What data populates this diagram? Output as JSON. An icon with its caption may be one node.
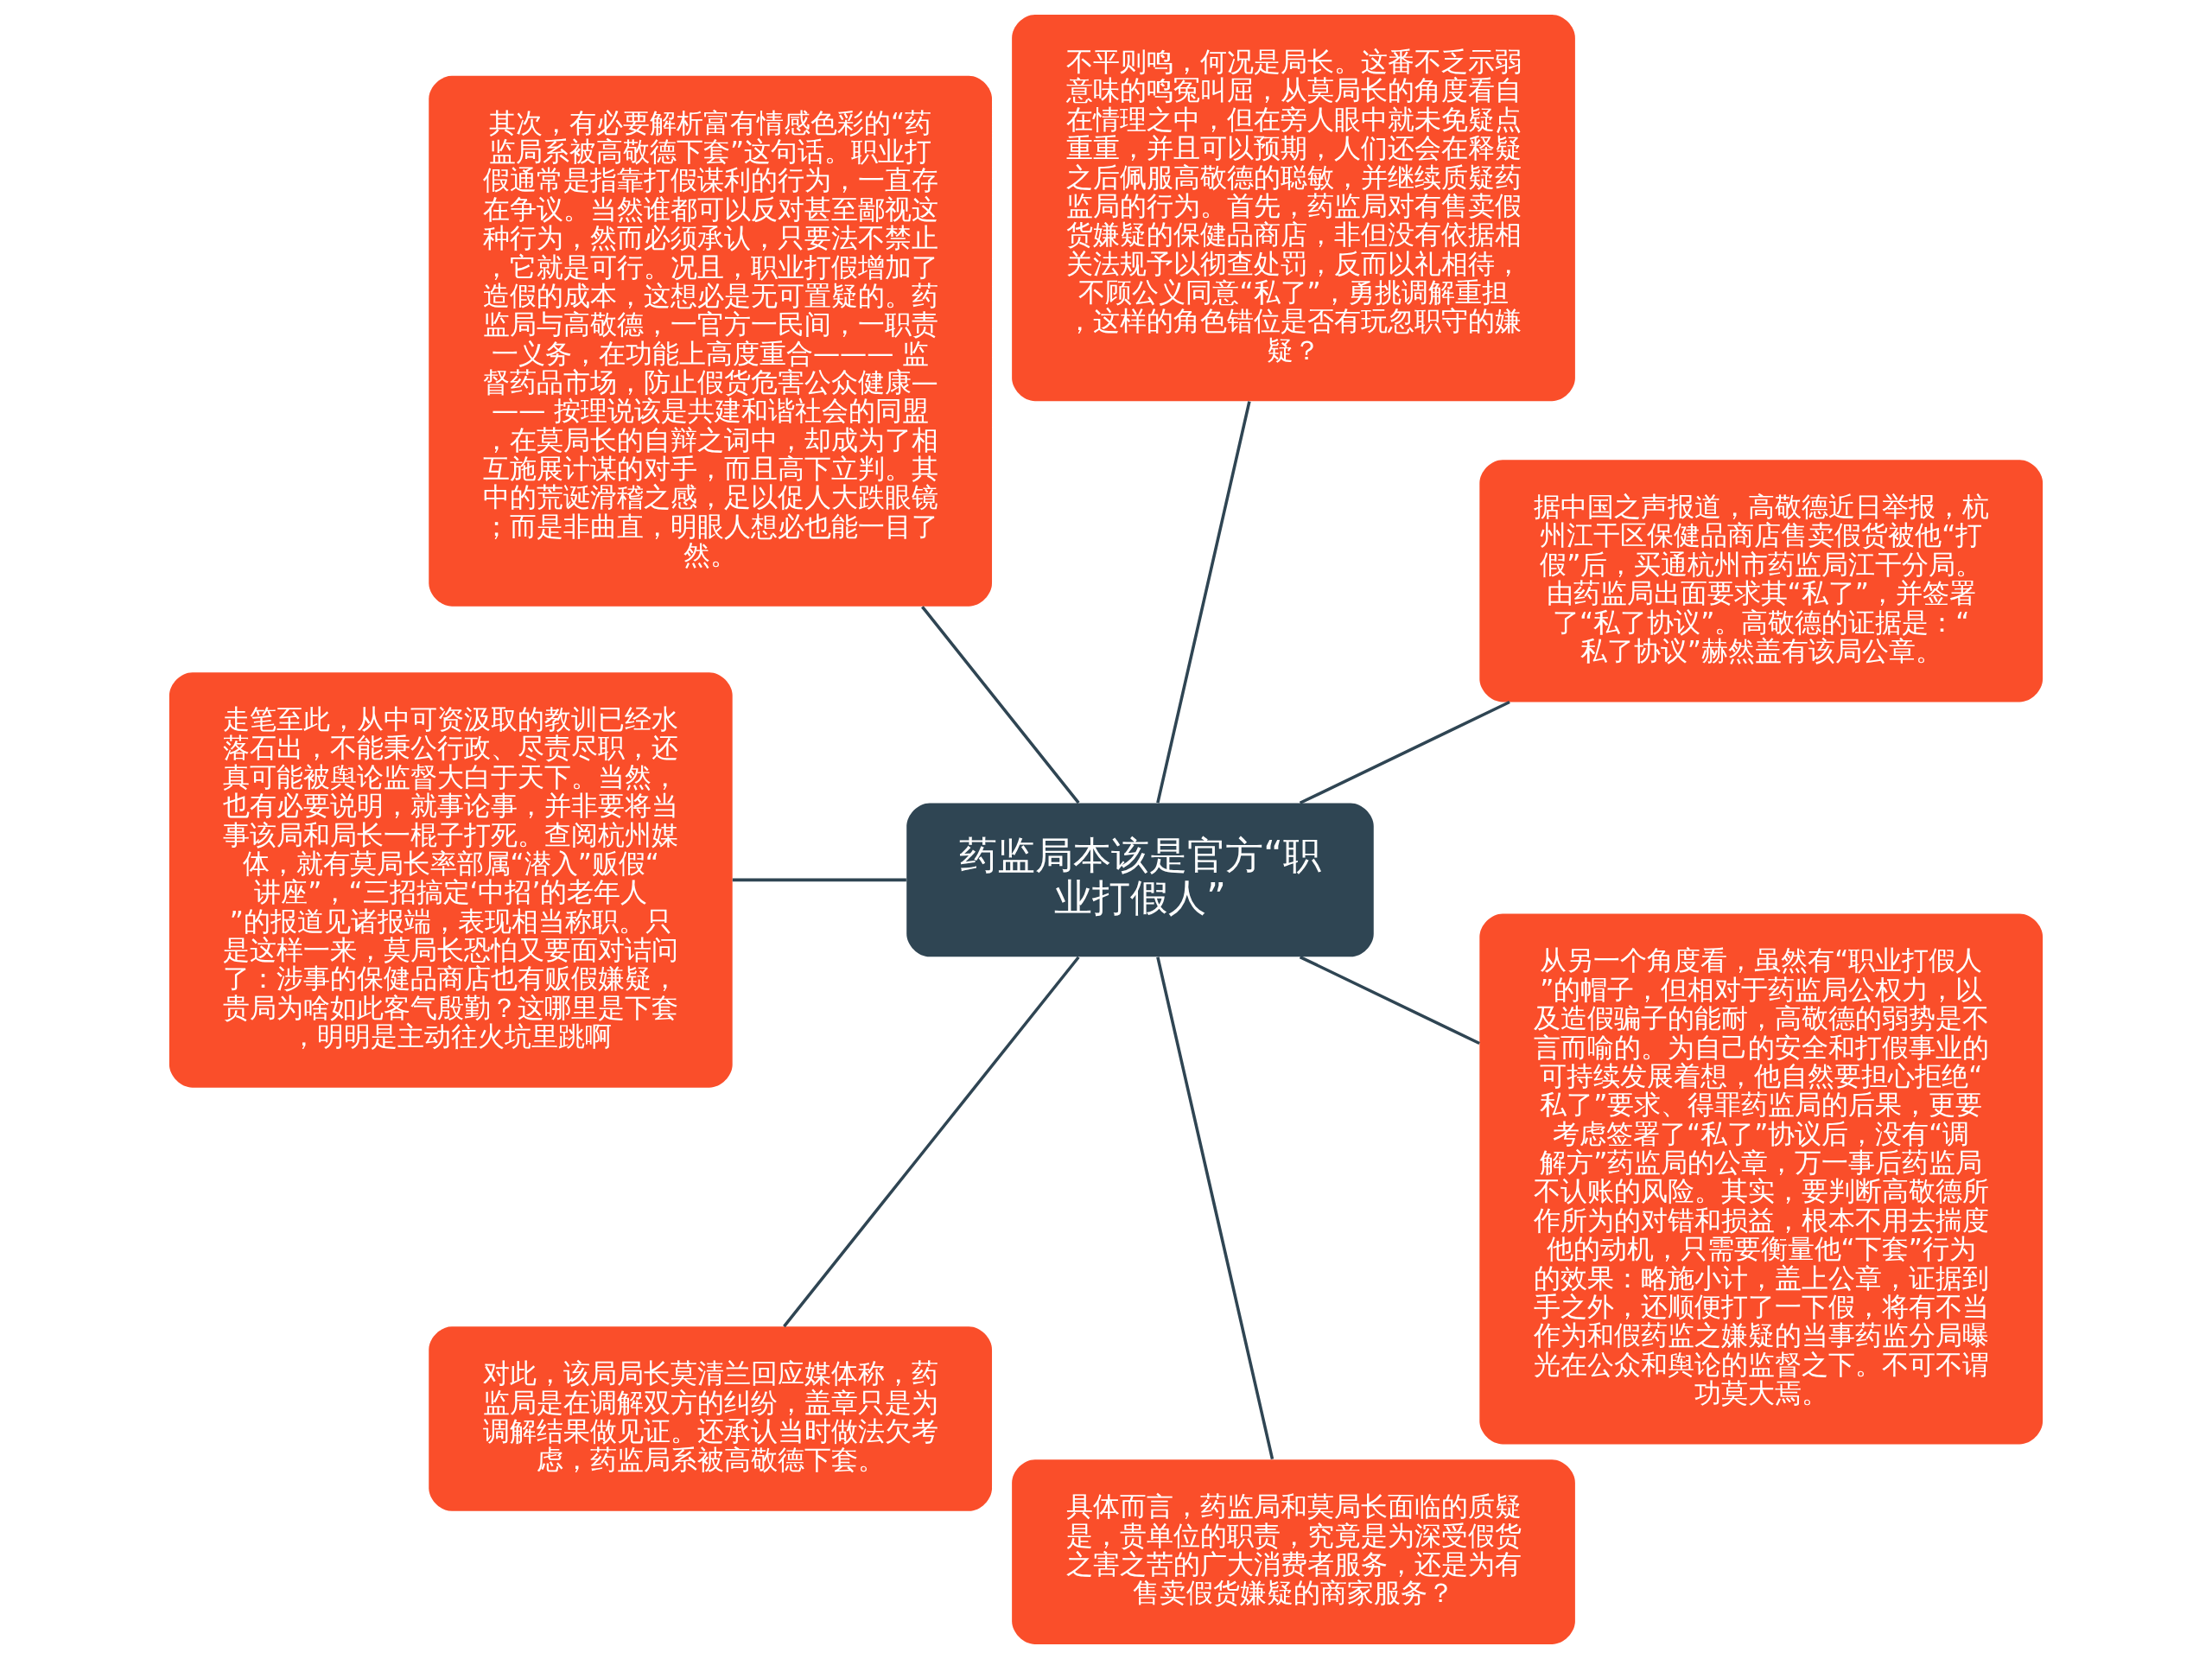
{
  "diagram": {
    "nodes": [
      {
        "text": [
          "药监局本该是官方“职业打假人”"
        ]
      },
      {
        "text": [
          "据中国之声报道，高敬德近日举报，杭州江干区保健品商店售卖假货被他“打假”后，买通杭州市药监局江干分局。由药监局出面要求其“私了”，并签署了“私了协议”。高敬德的证据是：“私了协议”赫然盖有该局公章。"
        ]
      },
      {
        "text": [
          "不平则鸣，何况是局长。这番不乏示弱意味的鸣冤叫屈，从莫局长的角度看自在情理之中，但在旁人眼中就未免疑点重重，并且可以预期，人们还会在释疑之后佩服高敬德的聪敏，并继续质疑药监局的行为。首先，药监局对有售卖假货嫌疑的保健品商店，非但没有依据相关法规予以彻查处罚，反而以礼相待，不顾公义同意“私了”，勇挑调解重担，这样的角色错位是否有玩忽职守的嫌疑？"
        ]
      },
      {
        "text": [
          "其次，有必要解析富有情感色彩的“药监局系被高敬德下套”这句话。职业打假通常是指靠打假谋利的行为，一直存在争议。当然谁都可以反对甚至鄙视这种行为，然而必须承认，只要法不禁止，它就是可行。况且，职业打假增加了造假的成本，这想必是无可置疑的。药监局与高敬德，一官方一民间，一职责一义务，在功能上高度重合——— 监督药品市场，防止假货危害公众健康——— 按理说该是共建和谐社会的同盟，在莫局长的自辩之词中，却成为了相互施展计谋的对手，而且高下立判。其中的荒诞滑稽之感，足以促人大跌眼镜；而是非曲直，明眼人想必也能一目了然。"
        ]
      },
      {
        "text": [
          "走笔至此，从中可资汲取的教训已经水落石出，不能秉公行政、尽责尽职，还真可能被舆论监督大白于天下。当然，也有必要说明，就事论事，并非要将当事该局和局长一棍子打死。查阅杭州媒体，就有莫局长率部属“潜入”贩假“讲座”，“三招搞定‘中招’的老年人”的报道见诸报端，表现相当称职。只是这样一来，莫局长恐怕又要面对诘问了：涉事的保健品商店也有贩假嫌疑，贵局为啥如此客气殷勤？这哪里是下套，明明是主动往火坑里跳啊"
        ]
      },
      {
        "text": [
          "对此，该局局长莫清兰回应媒体称，药监局是在调解双方的纠纷，盖章只是为调解结果做见证。还承认当时做法欠考虑，药监局系被高敬德下套。"
        ]
      },
      {
        "text": [
          "具体而言，药监局和莫局长面临的质疑是，贵单位的职责，究竟是为深受假货之害之苦的广大消费者服务，还是为有售卖假货嫌疑的商家服务？"
        ]
      },
      {
        "text": [
          "从另一个角度看，虽然有“职业打假人”的帽子，但相对于药监局公权力，以及造假骗子的能耐，高敬德的弱势是不言而喻的。为自己的安全和打假事业的可持续发展着想，他自然要担心拒绝“私了”要求、得罪药监局的后果，更要考虑签署了“私了”协议后，没有“调解方”药监局的公章，万一事后药监局不认账的风险。其实，要判断高敬德所作所为的对错和损益，根本不用去揣度他的动机，只需要衡量他“下套”行为的效果：略施小计，盖上公章，证据到手之外，还顺便打了一下假，将有不当作为和假药监之嫌疑的当事药监分局曝光在公众和舆论的监督之下。不可不谓功莫大焉。"
        ]
      }
    ],
    "edges": [
      {
        "from": 0,
        "to": 1,
        "arrow": "none"
      },
      {
        "from": 0,
        "to": 2,
        "arrow": "none"
      },
      {
        "from": 0,
        "to": 3,
        "arrow": "none"
      },
      {
        "from": 0,
        "to": 4,
        "arrow": "none"
      },
      {
        "from": 0,
        "to": 5,
        "arrow": "none"
      },
      {
        "from": 0,
        "to": 6,
        "arrow": "none"
      },
      {
        "from": 0,
        "to": 7,
        "arrow": "none"
      }
    ]
  }
}
